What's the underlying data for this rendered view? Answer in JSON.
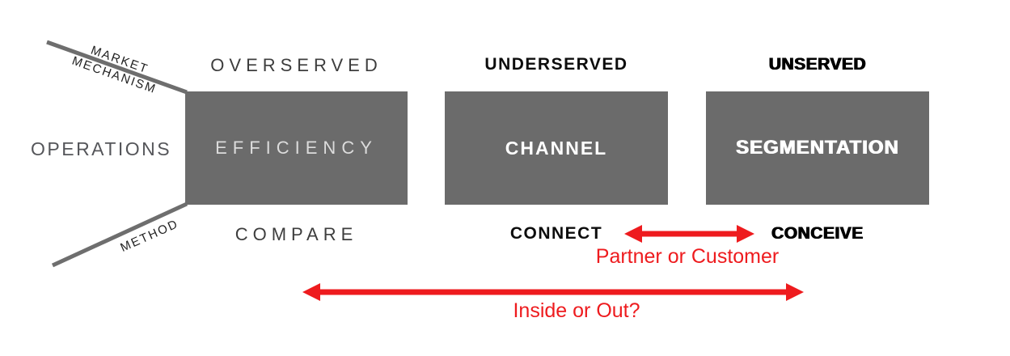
{
  "colors": {
    "box_gray": "#6b6b6b",
    "line_gray": "#6e6e6e",
    "arrow_red": "#ee1b1e",
    "thin_label_text": "#3d3d3d",
    "operations_text": "#55565a",
    "box_thin_text": "#dcdcdc",
    "box_bold_text": "#ffffff"
  },
  "axis": {
    "market_mechanism": [
      "MARKET",
      "MECHANISM"
    ],
    "operations": "OPERATIONS",
    "method": "METHOD"
  },
  "columns": [
    {
      "id": "efficiency",
      "top_label": "OVERSERVED",
      "box_label": "EFFICIENCY",
      "bottom_label": "COMPARE"
    },
    {
      "id": "channel",
      "top_label": "UNDERSERVED",
      "box_label": "CHANNEL",
      "bottom_label": "CONNECT"
    },
    {
      "id": "segmentation",
      "top_label": "UNSERVED",
      "box_label": "SEGMENTATION",
      "bottom_label": "CONCEIVE"
    }
  ],
  "annotations": {
    "partner_or_customer": "Partner or Customer",
    "inside_or_out": "Inside or Out?"
  }
}
